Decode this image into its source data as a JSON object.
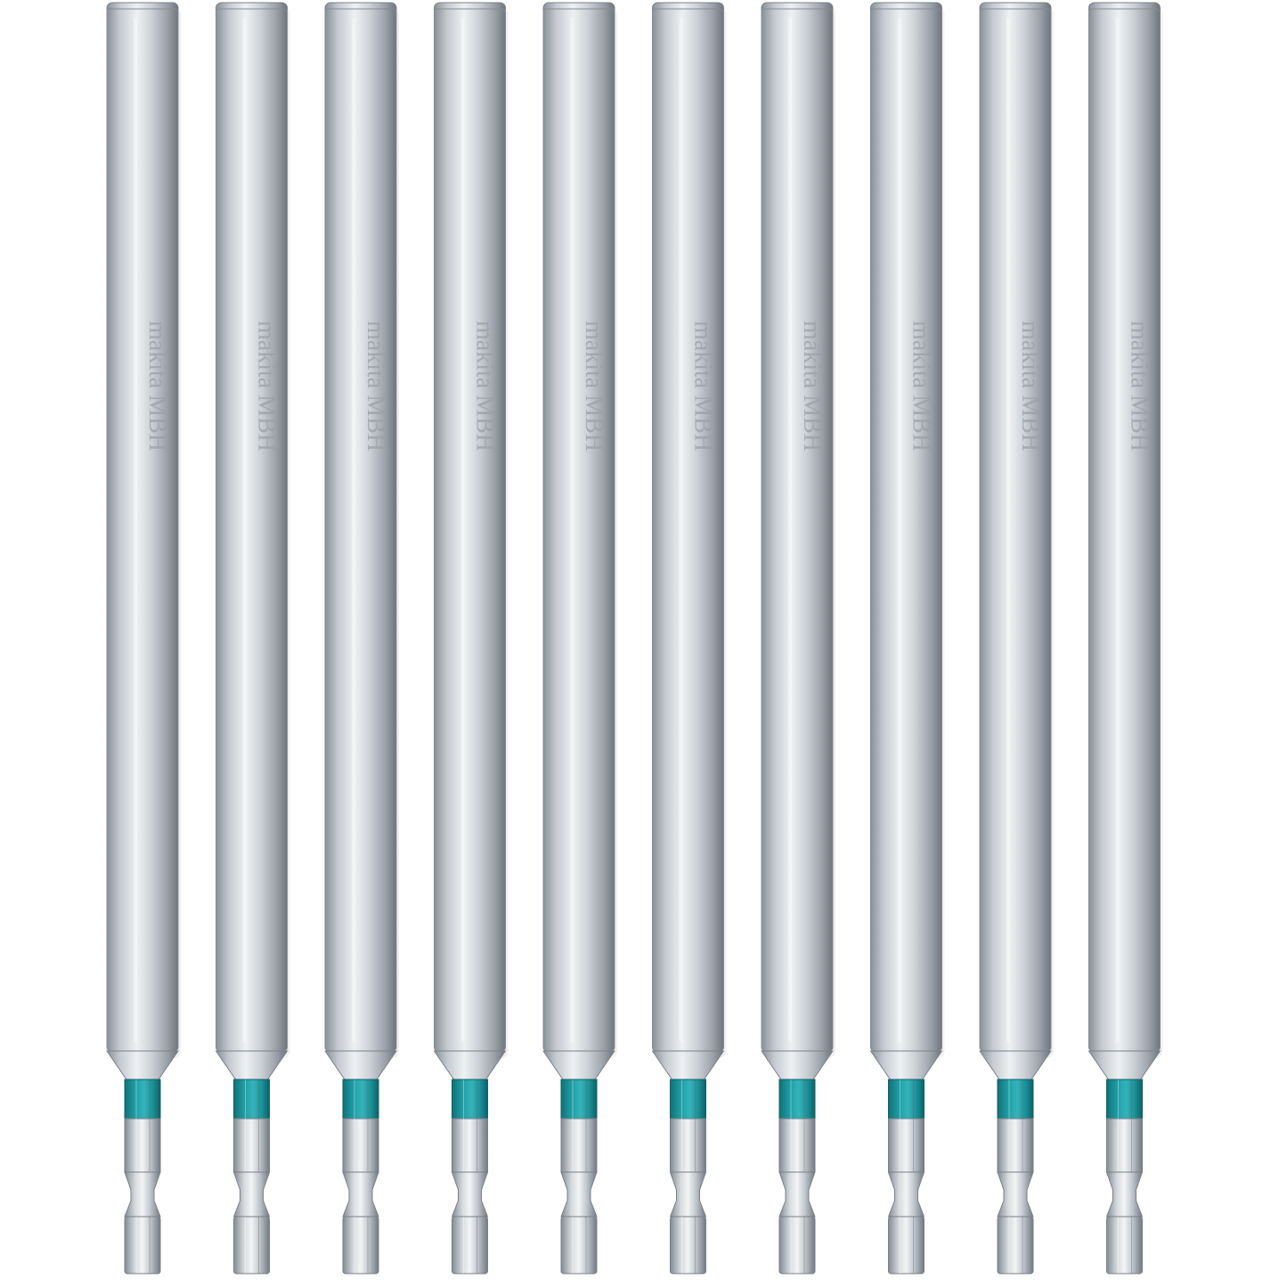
{
  "scene": {
    "subject": "magnetic bit holder set",
    "count": 10,
    "engraving": "makita MBH",
    "colors": {
      "background": "#ffffff",
      "steel_light": "#e2e6ea",
      "steel_mid": "#b9bfc6",
      "steel_dark": "#7f868e",
      "band": "#1f9fa6",
      "band_dark": "#137a80"
    }
  }
}
